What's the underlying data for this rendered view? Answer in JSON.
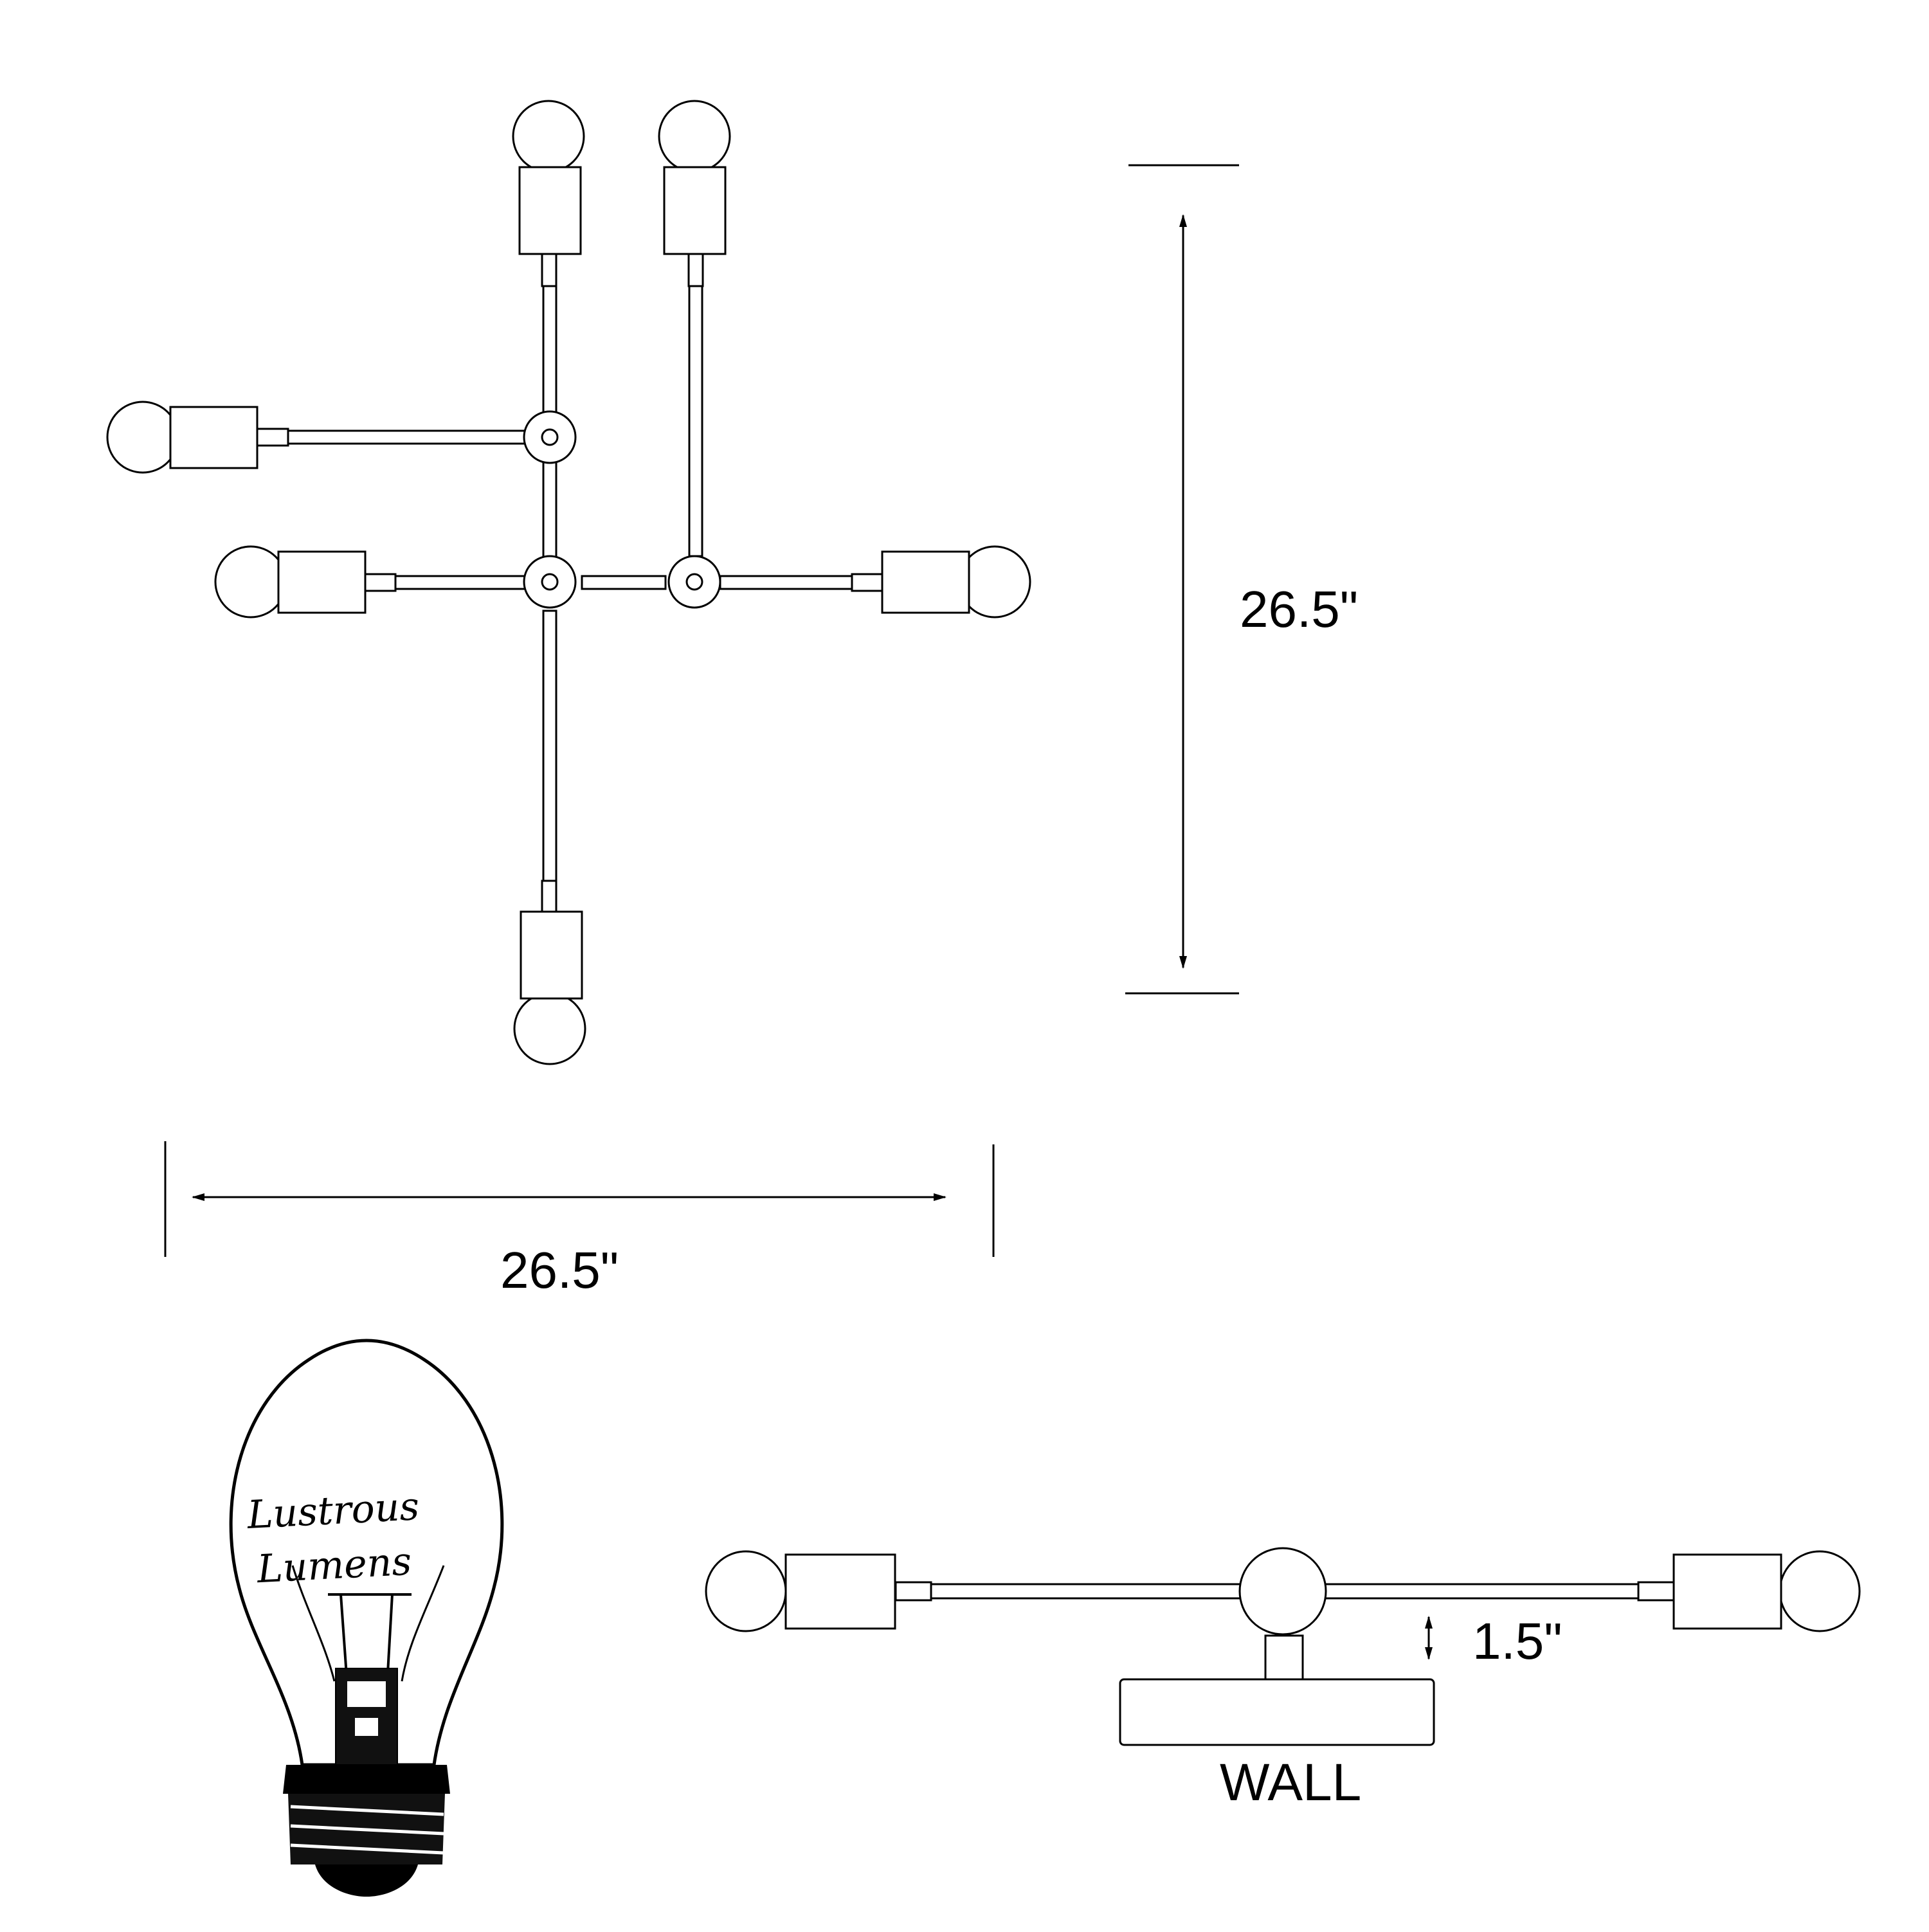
{
  "diagram": {
    "height_dimension": "26.5\"",
    "width_dimension": "26.5\"",
    "wall_offset_dimension": "1.5\"",
    "wall_label": "WALL"
  },
  "logo": {
    "line1": "Lustrous",
    "line2": "Lumens"
  },
  "colors": {
    "stroke": "#000000",
    "background": "#ffffff"
  }
}
